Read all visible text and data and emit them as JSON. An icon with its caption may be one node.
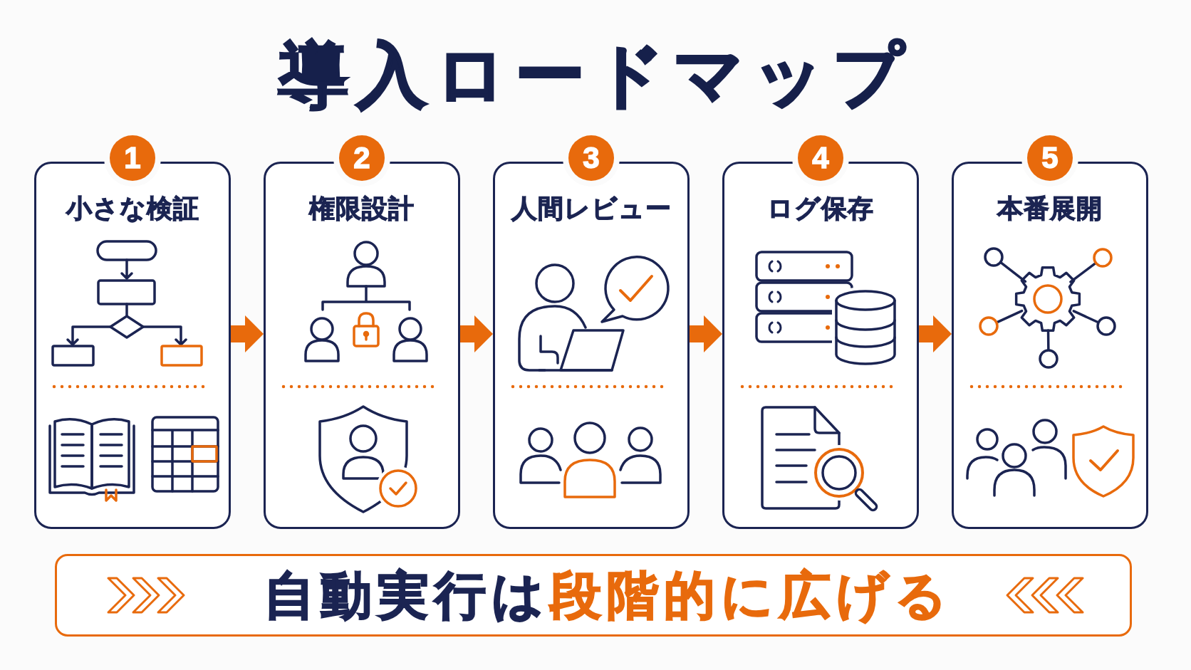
{
  "diagram": {
    "title": "導入ロードマップ",
    "nodes": [
      {
        "text": [
          "1"
        ]
      },
      {
        "text": [
          "小さな検証"
        ]
      },
      {
        "text": [
          "2"
        ]
      },
      {
        "text": [
          "権限設計"
        ]
      },
      {
        "text": [
          "3"
        ]
      },
      {
        "text": [
          "人間レビュー"
        ]
      },
      {
        "text": [
          "4"
        ]
      },
      {
        "text": [
          "ログ保存"
        ]
      },
      {
        "text": [
          "5"
        ]
      },
      {
        "text": [
          "本番展開"
        ]
      },
      {
        "text": [
          "自動実行は",
          "段階的に広げる"
        ]
      }
    ],
    "edges": [
      {
        "from": 1,
        "to": 3,
        "arrow": "to"
      },
      {
        "from": 3,
        "to": 5,
        "arrow": "to"
      },
      {
        "from": 5,
        "to": 7,
        "arrow": "to"
      },
      {
        "from": 7,
        "to": 9,
        "arrow": "to"
      }
    ]
  }
}
